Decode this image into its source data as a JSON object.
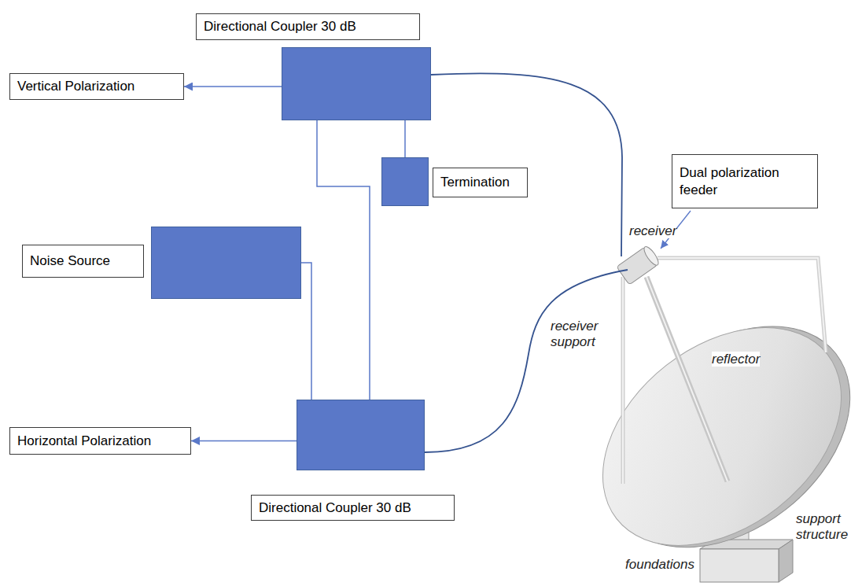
{
  "diagram": {
    "nodes": [
      {
        "text": [
          "Directional Coupler 30 dB"
        ]
      },
      {
        "text": [
          "Vertical Polarization"
        ]
      },
      {
        "text": [
          "Termination"
        ]
      },
      {
        "text": [
          "Noise Source"
        ]
      },
      {
        "text": [
          "Directional Coupler 30 dB"
        ]
      },
      {
        "text": [
          "Horizontal Polarization"
        ]
      },
      {
        "text": [
          "Dual polarization feeder"
        ]
      }
    ],
    "edges": [
      {
        "from": 0,
        "to": 1,
        "arrow": "to"
      },
      {
        "from": 0,
        "to": 2,
        "arrow": "none"
      },
      {
        "from": 0,
        "to": 4,
        "arrow": "none"
      },
      {
        "from": 3,
        "to": 4,
        "arrow": "none"
      },
      {
        "from": 4,
        "to": 5,
        "arrow": "to"
      }
    ],
    "labels": [
      "receiver",
      "receiver support",
      "reflector",
      "support structure",
      "foundations"
    ]
  }
}
